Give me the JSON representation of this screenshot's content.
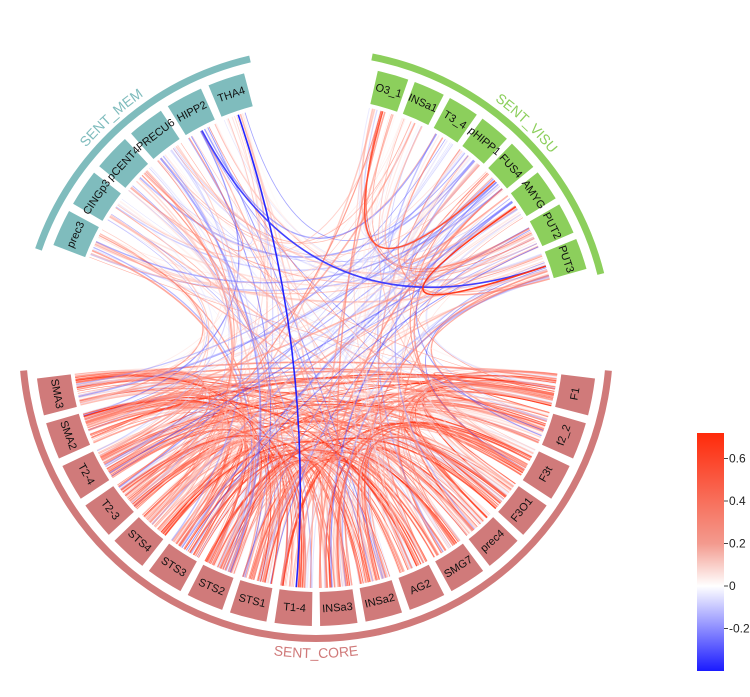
{
  "groups": [
    {
      "id": "mem",
      "name": "SENT_MEM",
      "color": "#7fbcbd",
      "nodes": [
        "prec3",
        "CINGp3",
        "pCENT4",
        "PRECU6",
        "HIPP2",
        "THA4"
      ]
    },
    {
      "id": "visu",
      "name": "SENT_VISU",
      "color": "#8ccf5c",
      "nodes": [
        "O3_1",
        "INSa1",
        "T3_4",
        "pHIPP1",
        "FUS4",
        "AMYG",
        "PUT2",
        "PUT3"
      ]
    },
    {
      "id": "core",
      "name": "SENT_CORE",
      "color": "#d07a7a",
      "nodes": [
        "F1",
        "f2_2",
        "F3t",
        "F3O1",
        "prec4",
        "SMG7",
        "AG2",
        "INSa2",
        "INSa3",
        "T1-4",
        "STS1",
        "STS2",
        "STS3",
        "STS4",
        "T2-3",
        "T2-4",
        "SMA2",
        "SMA3"
      ]
    }
  ],
  "colorbar": {
    "ticks": [
      "0.6",
      "0.4",
      "0.2",
      "0",
      "-0.2"
    ],
    "tick_values": [
      0.6,
      0.4,
      0.2,
      0,
      -0.2
    ],
    "min": -0.4,
    "max": 0.72,
    "colors": {
      "negative": "#1a1aff",
      "neutral": "#ffffff",
      "positive": "#ff2a0a"
    }
  },
  "highlighted_links": [
    {
      "from": "THA4",
      "to": "T1-4",
      "value": -0.4
    },
    {
      "from": "HIPP2",
      "to": "PUT3",
      "value": -0.35
    },
    {
      "from": "PUT3",
      "to": "AMYG",
      "value": 0.7
    },
    {
      "from": "O3_1",
      "to": "FUS4",
      "value": 0.6
    }
  ]
}
